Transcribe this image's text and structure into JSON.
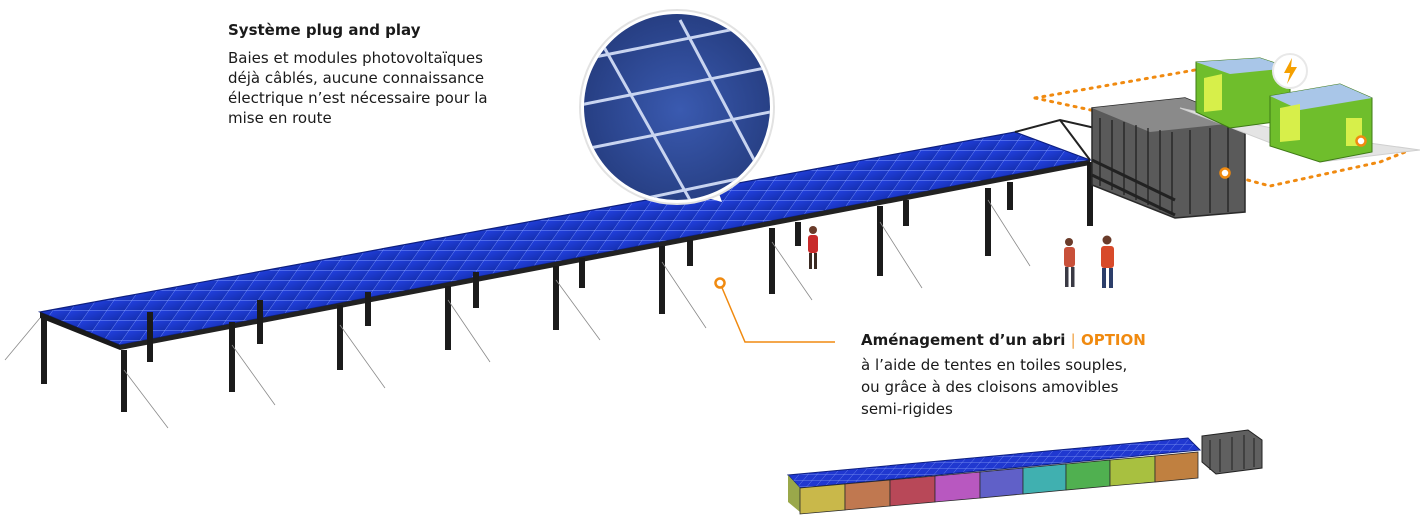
{
  "callout_plug": {
    "title": "Système plug and play",
    "lines": [
      "Baies et modules photovoltaïques",
      "déjà câblés, aucune connaissance",
      "électrique n’est nécessaire pour la",
      "mise en route"
    ]
  },
  "callout_abri": {
    "title": "Aménagement d’un abri",
    "separator": "|",
    "option": "OPTION",
    "lines": [
      "à l’aide de tentes en toiles souples,",
      "ou grâce à des cloisons amovibles",
      "semi-rigides"
    ]
  },
  "colors": {
    "accent": "#f08a10",
    "panel": "#1a3ac8",
    "panel_grid": "#8aa4ff",
    "structure": "#1b1b1b",
    "building_green": "#6fbe2c",
    "building_roof": "#a9c6e8",
    "partition_colors": [
      "#c9b84a",
      "#c07850",
      "#b84858",
      "#b858c0",
      "#6060c8",
      "#40b0b0",
      "#50b050",
      "#a8c040",
      "#c08040"
    ]
  },
  "icons": [
    "lightning-icon",
    "person-icon",
    "callout-dot-icon"
  ]
}
